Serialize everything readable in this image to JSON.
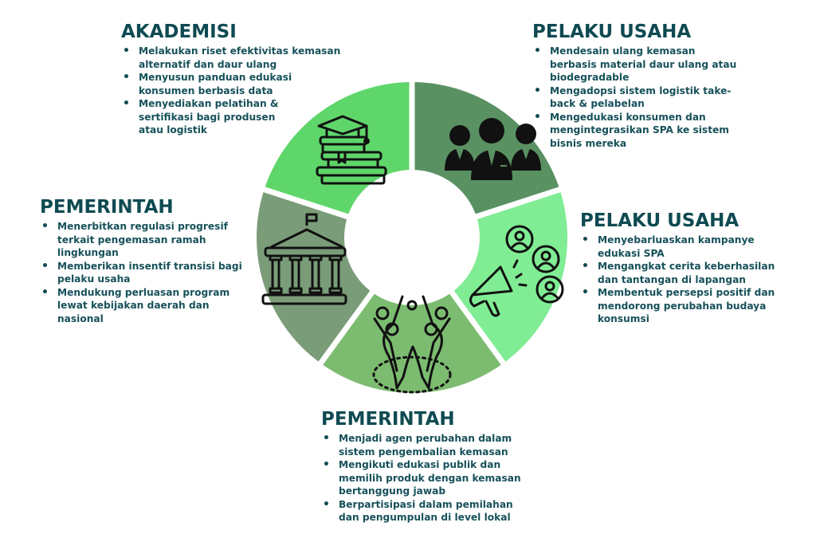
{
  "diagram": {
    "type": "donut-stakeholder-cycle",
    "segments": [
      {
        "id": "akademisi",
        "icon": "graduation-books-icon",
        "color": "#5fd66a"
      },
      {
        "id": "pelaku1",
        "icon": "business-people-icon",
        "color": "#5a9163"
      },
      {
        "id": "pelaku2",
        "icon": "megaphone-audience-icon",
        "color": "#80ec94"
      },
      {
        "id": "pemerintah2",
        "icon": "community-people-icon",
        "color": "#7cbc70"
      },
      {
        "id": "pemerintah1",
        "icon": "government-building-icon",
        "color": "#7a9c78"
      }
    ],
    "heading_color": "#0f4a52"
  },
  "akademisi": {
    "title": "AKADEMISI",
    "items": [
      "Melakukan riset efektivitas kemasan alternatif dan daur ulang",
      "Menyusun panduan edukasi konsumen berbasis data",
      "Menyediakan pelatihan & sertifikasi bagi produsen atau logistik"
    ]
  },
  "pelaku1": {
    "title": "PELAKU USAHA",
    "items": [
      "Mendesain ulang kemasan berbasis material daur ulang atau biodegradable",
      "Mengadopsi sistem logistik take-back & pelabelan",
      "Mengedukasi konsumen dan mengintegrasikan SPA ke sistem bisnis mereka"
    ]
  },
  "pemerintah1": {
    "title": "PEMERINTAH",
    "items": [
      "Menerbitkan regulasi progresif terkait pengemasan ramah lingkungan",
      "Memberikan insentif transisi bagi pelaku usaha",
      "Mendukung perluasan program lewat kebijakan daerah dan nasional"
    ]
  },
  "pelaku2": {
    "title": "PELAKU USAHA",
    "items": [
      "Menyebarluaskan kampanye edukasi SPA",
      "Mengangkat cerita keberhasilan dan tantangan di lapangan",
      "Membentuk persepsi positif dan mendorong perubahan budaya konsumsi"
    ]
  },
  "pemerintah2": {
    "title": "PEMERINTAH",
    "items": [
      "Menjadi agen perubahan dalam sistem pengembalian kemasan",
      "Mengikuti edukasi publik dan memilih produk dengan kemasan bertanggung jawab",
      "Berpartisipasi dalam pemilahan dan pengumpulan di level lokal"
    ]
  }
}
